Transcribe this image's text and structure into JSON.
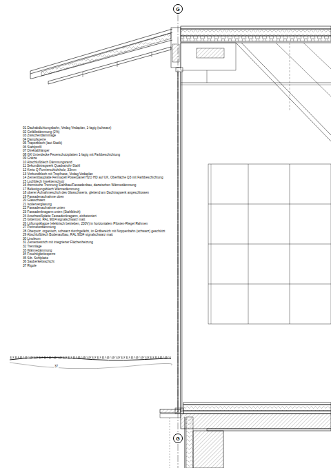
{
  "diagram": {
    "nodes": [
      {
        "text": [
          "G"
        ]
      },
      {
        "text": [
          "G"
        ]
      }
    ],
    "labels": [
      "01 Dachabdichtungsbahn, Vedag Vedaplan, 1-lagig (schwarz)",
      "02 Gefälledämmung (2%)",
      "03 Zwischendämmlage",
      "04 Dampfsperre",
      "05 Trapezblech (laut Statik)",
      "06 Stahlprofil",
      "07 Direktabhänger",
      "08 GK Unterdecke Feuerschutzplatten 1-lagig mit Farbbeschichtung",
      "09 Grätze",
      "10 Abschlußblech Dämmungsrand",
      "11 Sekundärtragwerk Quadratrohr-Stahl",
      "12 Kerto Q Furnierschichtholz, 33mm",
      "13 Verbundblech mit Tropfnase, Vedag Vedaplan",
      "14 Zementbauplatte Fermacell Powerpanel H2O HD auf UK, Oberfläche Q3 mit Farbbeschichtung",
      "15 Lochblech Insektenschutz",
      "16 thermische Trennung Stahlbau/Fassadenbau, dazwischen Wärmedämmung",
      "17 Befestigungsblech Wärmedämmung",
      "18 oberer Aufnahmeschuh des Glasschwerts, gleitend am Dachtragwerk angeschlossen",
      "19 Fassadenaufnahme oben",
      "20 Glasschwert",
      "21 Isolierverglasung",
      "22 Fassadenaufnahme unten",
      "23 Fassadenkragarm unten (Stahlblech)",
      "24 Anschweißplatte Fassadenkragarm, einbetoniert",
      "25 Gitterrost, RAL 9004 signalschwarz matt",
      "26 Lüftungsklappe (elektrisch betrieben, 230V) in horizontalem Pfosten-Riegel Rahmen",
      "27 Perimeterdämmung",
      "28 Oberputz, organisch, schwarz durchgefärbt, im Erdbereich mit Noppenbahn (schwarz) geschützt",
      "29 Abschlußblech Bodenaufbau, RAL 9004 signalschwarz matt",
      "30 Linoleum",
      "31 Zementestrich mit integrierter Flächenheizung",
      "32 Trennlage",
      "33 Wärmedämmung",
      "34 Feuchtigkeitssperre",
      "35 Stb. Sohlplatte",
      "36 Sauberkeitsschicht",
      "37 Rigole",
      "37"
    ]
  }
}
